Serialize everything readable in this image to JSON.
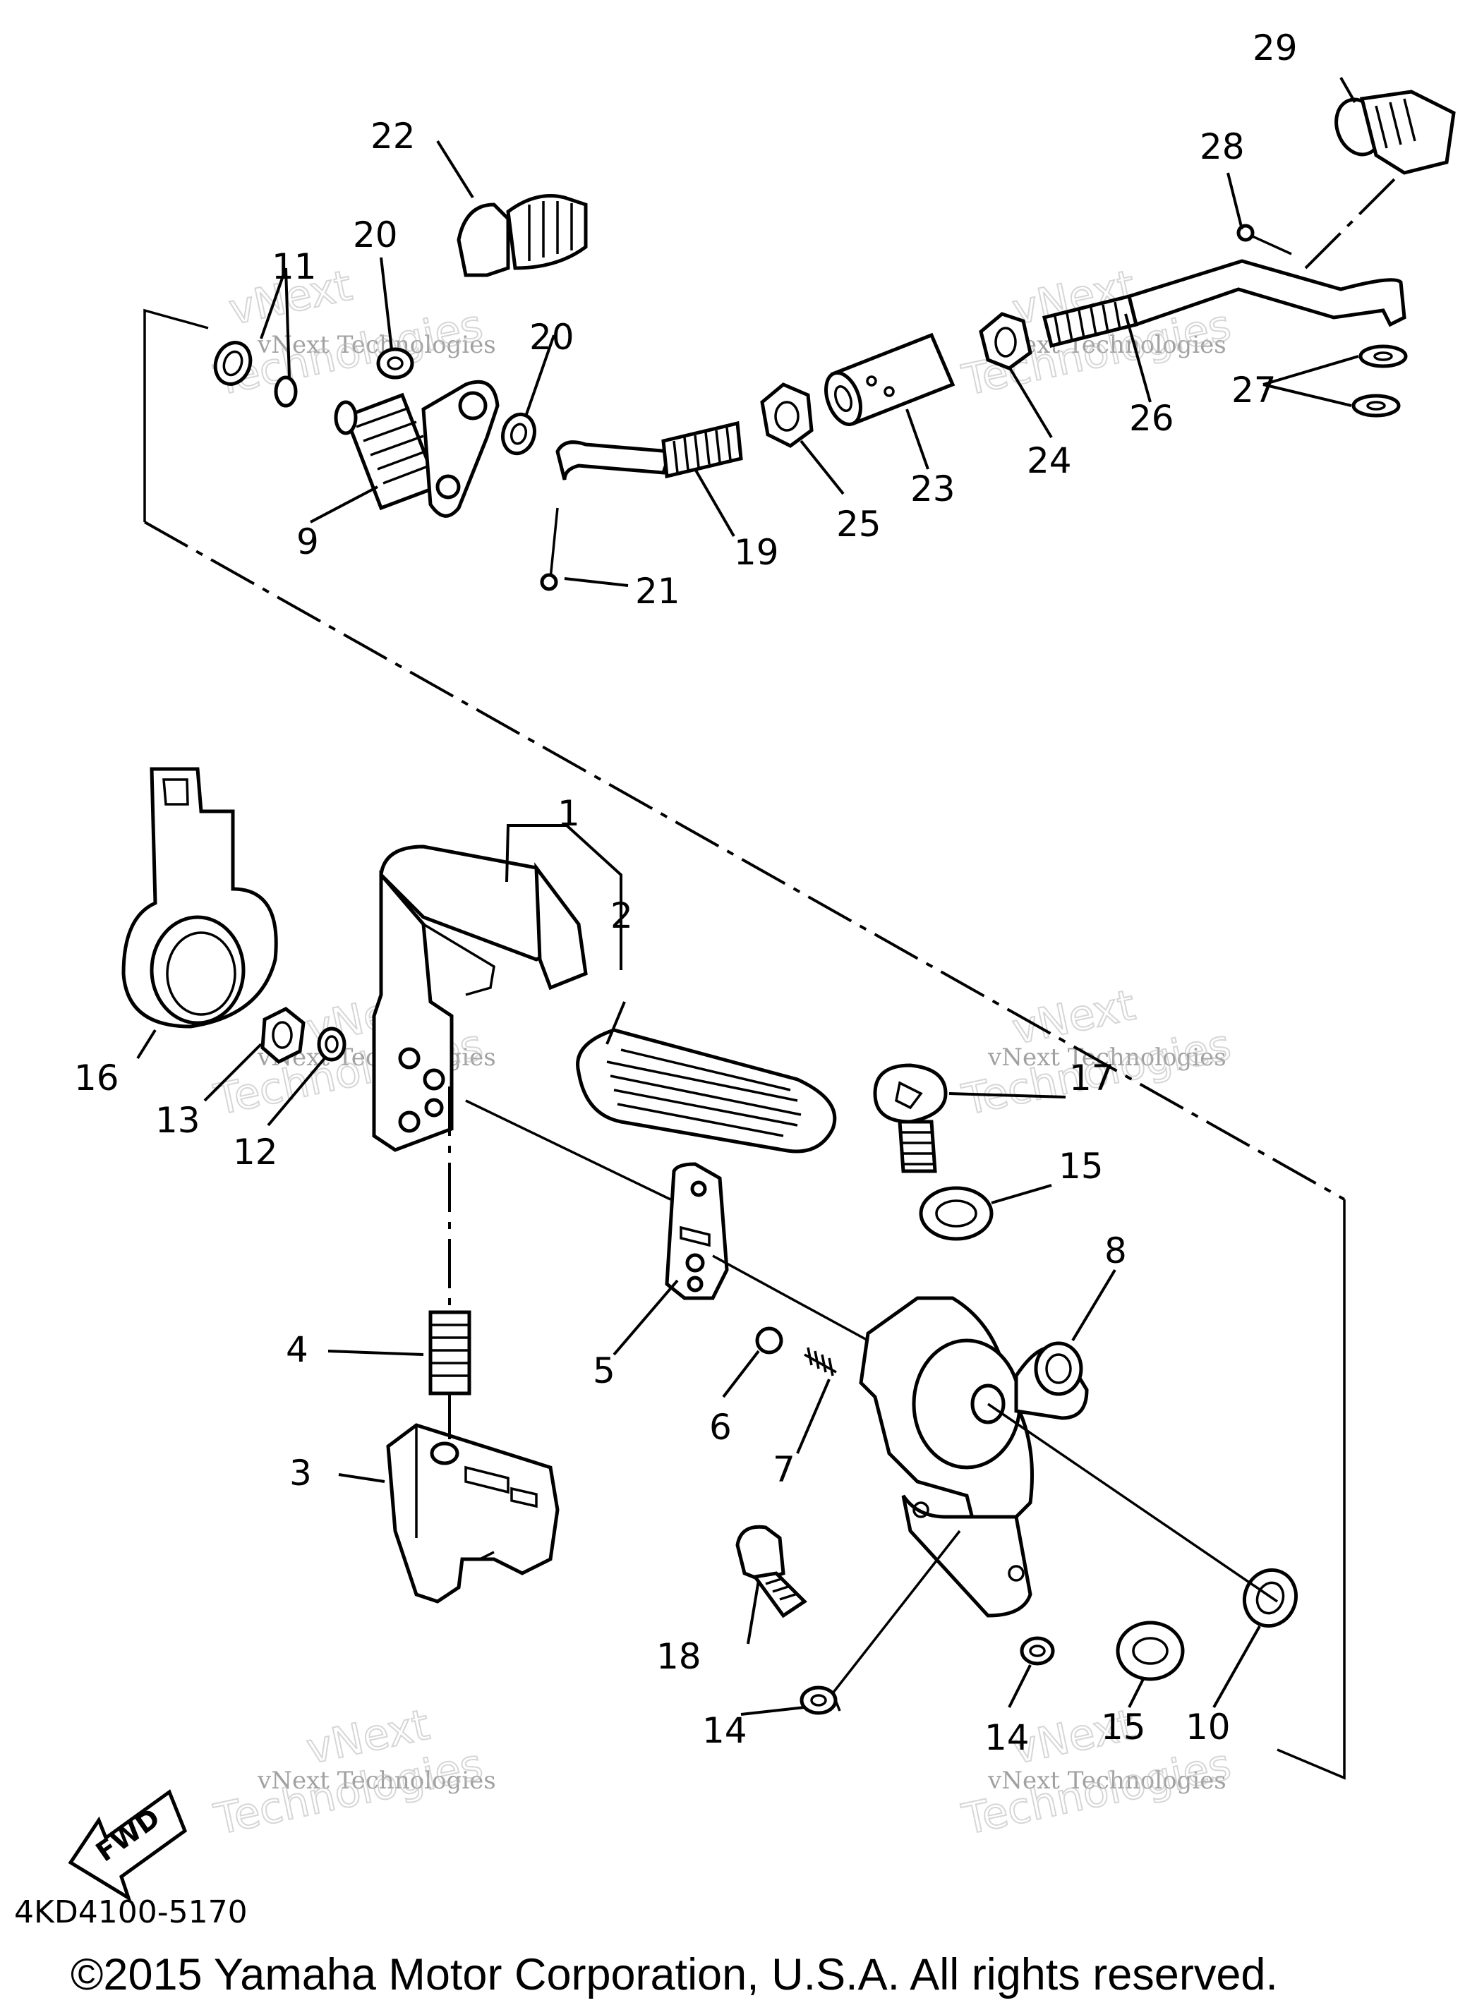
{
  "diagram": {
    "part_labels": {
      "p1": "1",
      "p2": "2",
      "p3": "3",
      "p4": "4",
      "p5": "5",
      "p6": "6",
      "p7": "7",
      "p8": "8",
      "p9": "9",
      "p10": "10",
      "p11": "11",
      "p12": "12",
      "p13": "13",
      "p14a": "14",
      "p14b": "14",
      "p15a": "15",
      "p15b": "15",
      "p16": "16",
      "p17": "17",
      "p18": "18",
      "p19": "19",
      "p20a": "20",
      "p20b": "20",
      "p21": "21",
      "p22": "22",
      "p23": "23",
      "p24": "24",
      "p25": "25",
      "p26": "26",
      "p27": "27",
      "p28": "28",
      "p29": "29"
    },
    "fwd_label": "FWD",
    "diagram_code": "4KD4100-5170",
    "copyright": "©2015 Yamaha Motor Corporation, U.S.A. All rights reserved.",
    "watermark": {
      "small": "vNext Technologies",
      "big": "Technologies",
      "big_top": "vNext"
    }
  }
}
